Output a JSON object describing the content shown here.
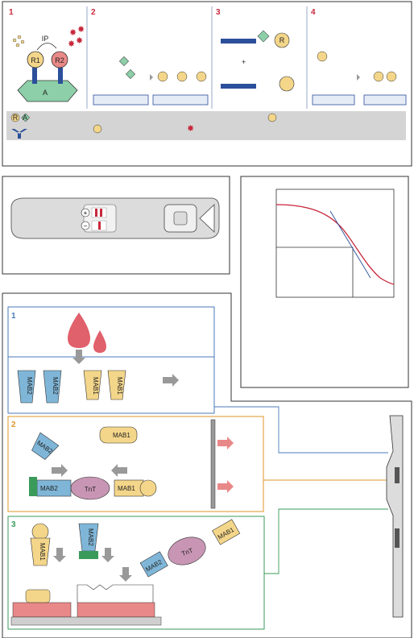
{
  "colors": {
    "red_accent": "#c8283c",
    "blue_panel": "#4a7ab8",
    "orange_panel": "#e0962a",
    "green_panel": "#3a9a5a",
    "receptor_blue": "#2b4f9a",
    "antigen_green": "#8ccfa8",
    "mab_blue": "#7fb6d8",
    "mab_yellow": "#f4d68a",
    "tnt_purple": "#c896b4",
    "pad_red": "#e98888",
    "blood_red": "#e0606c",
    "grey_bar": "#d4d4d4"
  },
  "panel_top": {
    "step1": "1",
    "step2": "2",
    "step3": "3",
    "step4": "4",
    "ip_label": "IP",
    "r1_label": "R1",
    "r2_label": "R2",
    "a_label": "A",
    "r_label": "R",
    "plus_sign": "+",
    "legend_r": "R",
    "legend_a": "A"
  },
  "device": {
    "plus_symbol": "+",
    "minus_symbol": "−"
  },
  "assay": {
    "step1": "1",
    "step2": "2",
    "step3": "3",
    "mab1": "MAB1",
    "mab2": "MAB2",
    "tnt": "TnT"
  }
}
